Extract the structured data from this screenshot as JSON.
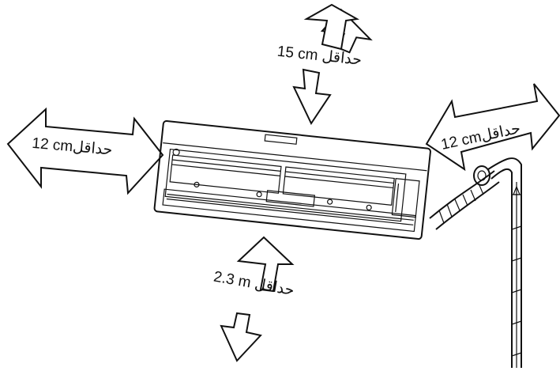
{
  "labels": {
    "top": "15 cm حداقل",
    "left": "12 cmحداقل",
    "right": "12 cmحداقل",
    "bottom": "2.3 m حداقل"
  }
}
